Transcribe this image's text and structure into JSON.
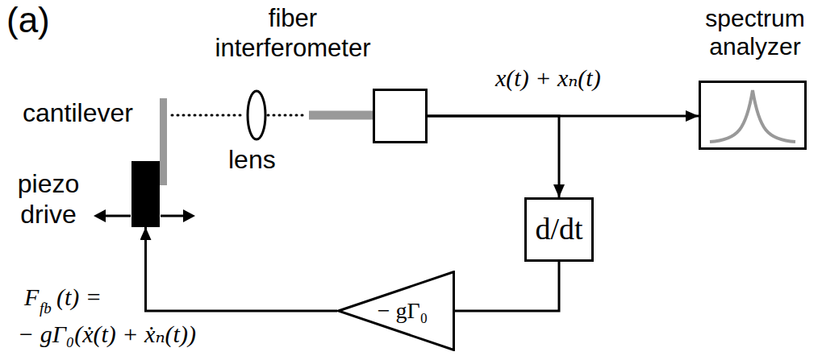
{
  "diagram": {
    "nodes": [
      {
        "text": [
          "piezo drive"
        ]
      },
      {
        "text": [
          "fiber interferometer"
        ]
      },
      {
        "text": [
          "spectrum analyzer"
        ]
      },
      {
        "text": [
          "d/dt"
        ]
      },
      {
        "text": [
          "− gΓ₀"
        ]
      }
    ],
    "edges": [
      {
        "from": 1,
        "to": 2,
        "arrow": "to",
        "label": "x(t) + xₙ(t)"
      },
      {
        "from": 1,
        "to": 3,
        "arrow": "to"
      },
      {
        "from": 3,
        "to": 4,
        "arrow": "none"
      },
      {
        "from": 4,
        "to": 0,
        "arrow": "to"
      }
    ],
    "labels": [
      "(a)",
      "cantilever",
      "lens",
      "F",
      "fb",
      "(t) =",
      "− gΓ₀(ẋ(t) + ẋₙ(t))"
    ]
  }
}
